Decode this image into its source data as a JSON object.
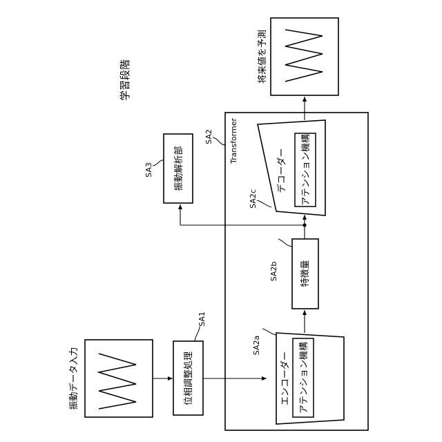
{
  "stage_title": "学習段階",
  "input": {
    "label": "振動データ入力"
  },
  "phase_adjust": {
    "code": "SA1",
    "label": "位相調整処理"
  },
  "transformer": {
    "code": "SA2",
    "title": "Transformer",
    "encoder": {
      "code": "SA2a",
      "label": "エンコーダー",
      "attention": "アテンション機構"
    },
    "feature": {
      "code": "SA2b",
      "label": "特徴量"
    },
    "decoder": {
      "code": "SA2c",
      "label": "デコーダー",
      "attention": "アテンション機構"
    }
  },
  "vibration_analysis": {
    "code": "SA3",
    "label": "振動解析部"
  },
  "prediction": {
    "label": "将来値を予測"
  }
}
